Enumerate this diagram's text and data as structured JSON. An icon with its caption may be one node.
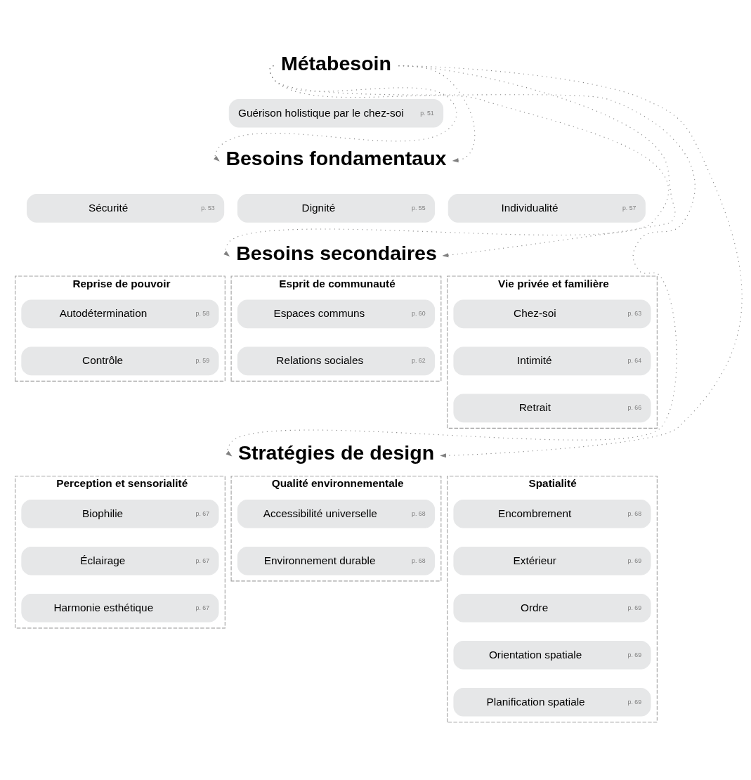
{
  "diagram": {
    "nodes": [
      {
        "text": [
          "Métabesoin"
        ]
      },
      {
        "text": [
          "Guérison holistique par le chez-soi",
          "p. 51"
        ]
      },
      {
        "text": [
          "Besoins fondamentaux"
        ]
      },
      {
        "text": [
          "Sécurité",
          "p. 53"
        ]
      },
      {
        "text": [
          "Dignité",
          "p. 55"
        ]
      },
      {
        "text": [
          "Individualité",
          "p. 57"
        ]
      },
      {
        "text": [
          "Besoins secondaires"
        ]
      },
      {
        "text": [
          "Reprise de pouvoir"
        ]
      },
      {
        "text": [
          "Autodétermination",
          "p. 58"
        ],
        "in": 7
      },
      {
        "text": [
          "Contrôle",
          "p. 59"
        ],
        "in": 7
      },
      {
        "text": [
          "Esprit de communauté"
        ]
      },
      {
        "text": [
          "Espaces communs",
          "p. 60"
        ],
        "in": 10
      },
      {
        "text": [
          "Relations sociales",
          "p. 62"
        ],
        "in": 10
      },
      {
        "text": [
          "Vie privée et familière"
        ]
      },
      {
        "text": [
          "Chez-soi",
          "p. 63"
        ],
        "in": 13
      },
      {
        "text": [
          "Intimité",
          "p. 64"
        ],
        "in": 13
      },
      {
        "text": [
          "Retrait",
          "p. 66"
        ],
        "in": 13
      },
      {
        "text": [
          "Stratégies de design"
        ]
      },
      {
        "text": [
          "Perception et sensorialité"
        ]
      },
      {
        "text": [
          "Biophilie",
          "p. 67"
        ],
        "in": 18
      },
      {
        "text": [
          "Éclairage",
          "p. 67"
        ],
        "in": 18
      },
      {
        "text": [
          "Harmonie esthétique",
          "p. 67"
        ],
        "in": 18
      },
      {
        "text": [
          "Qualité environnementale"
        ]
      },
      {
        "text": [
          "Accessibilité universelle",
          "p. 68"
        ],
        "in": 22
      },
      {
        "text": [
          "Environnement durable",
          "p. 68"
        ],
        "in": 22
      },
      {
        "text": [
          "Spatialité"
        ]
      },
      {
        "text": [
          "Encombrement",
          "p. 68"
        ],
        "in": 25
      },
      {
        "text": [
          "Extérieur",
          "p. 69"
        ],
        "in": 25
      },
      {
        "text": [
          "Ordre",
          "p. 69"
        ],
        "in": 25
      },
      {
        "text": [
          "Orientation spatiale",
          "p. 69"
        ],
        "in": 25
      },
      {
        "text": [
          "Planification spatiale",
          "p. 69"
        ],
        "in": 25
      }
    ],
    "edges": [
      {
        "from": 0,
        "to": 2,
        "arrow": "to",
        "style": "dashed"
      },
      {
        "from": 0,
        "to": 2,
        "arrow": "to",
        "style": "dashed"
      },
      {
        "from": 0,
        "to": 6,
        "arrow": "to",
        "style": "dashed"
      },
      {
        "from": 0,
        "to": 6,
        "arrow": "to",
        "style": "dashed"
      },
      {
        "from": 0,
        "to": 17,
        "arrow": "to",
        "style": "dashed"
      },
      {
        "from": 0,
        "to": 17,
        "arrow": "to",
        "style": "dashed"
      }
    ]
  }
}
